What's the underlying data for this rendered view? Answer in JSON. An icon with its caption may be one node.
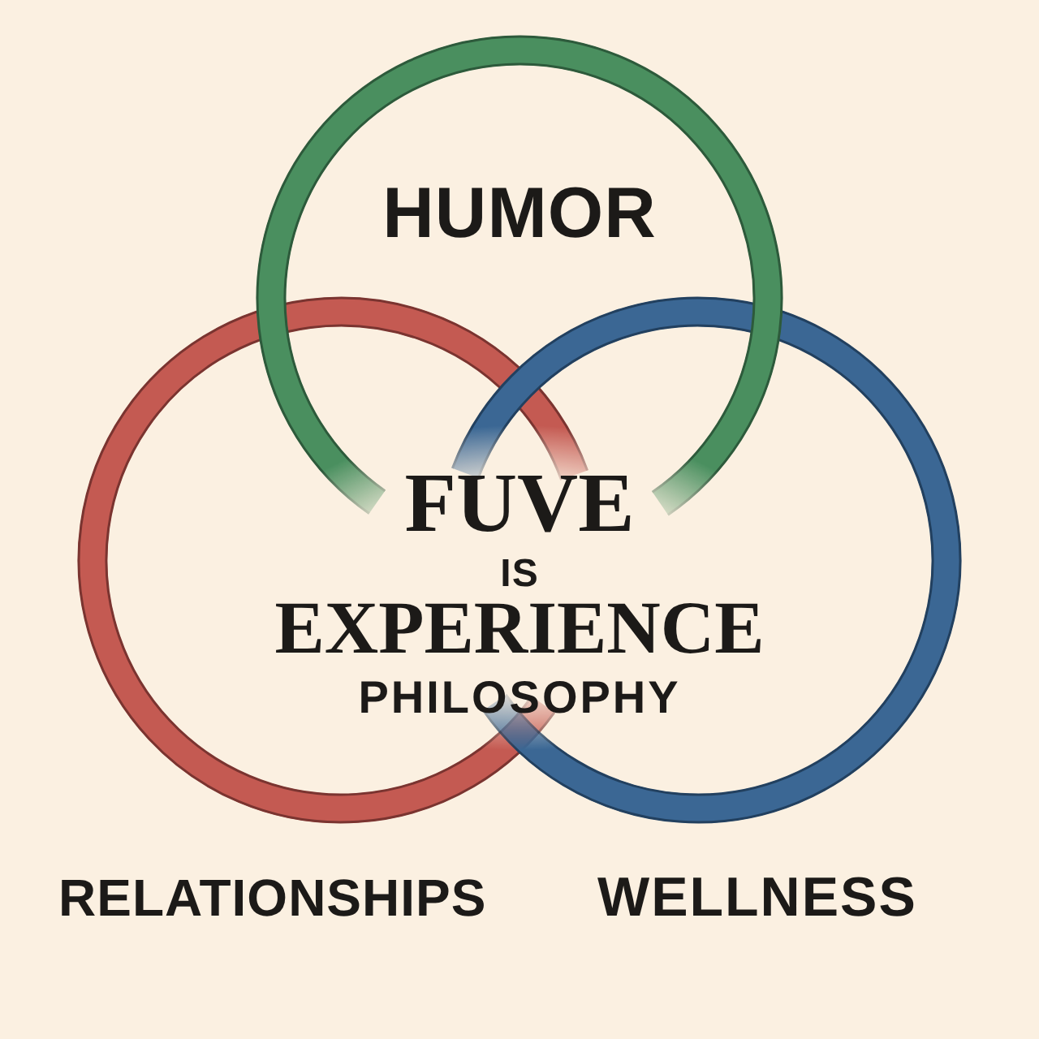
{
  "diagram": {
    "nodes": [
      {
        "text": [
          "HUMOR"
        ]
      },
      {
        "text": [
          "RELATIONSHIPS"
        ]
      },
      {
        "text": [
          "WELLNESS"
        ]
      }
    ],
    "labels": [
      "FUVE",
      "IS",
      "EXPERIENCE",
      "PHILOSOPHY"
    ]
  }
}
